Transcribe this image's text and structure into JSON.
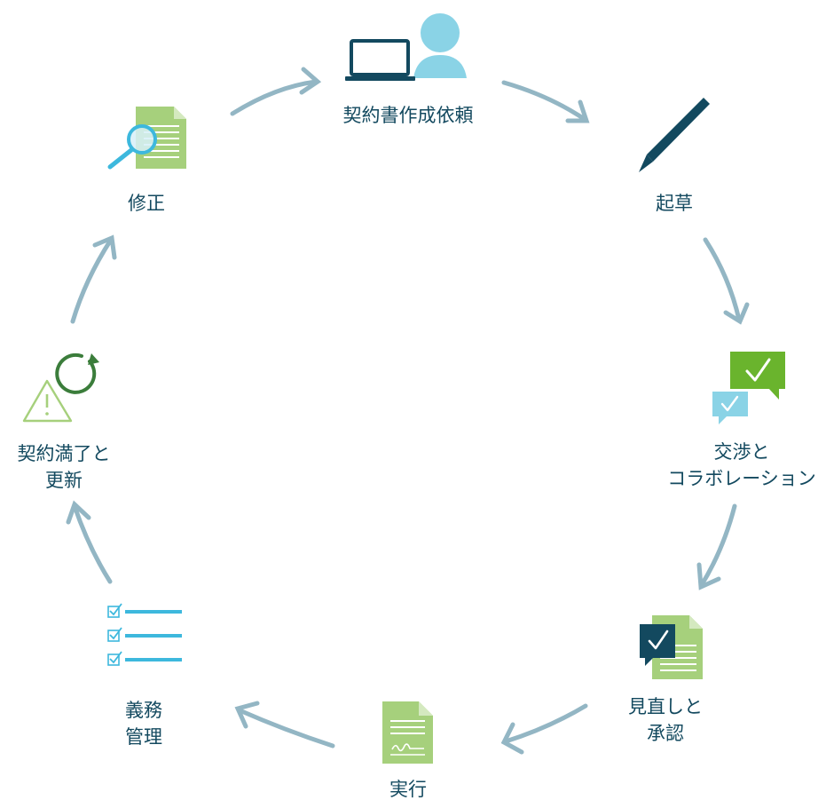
{
  "colors": {
    "text": "#13495f",
    "arrow": "#93b6c4",
    "navy": "#13495f",
    "light_blue": "#8ad3e6",
    "sky_blue": "#3db8dd",
    "light_green": "#a6d07c",
    "green": "#6ab42d",
    "dark_green": "#3b7d3b",
    "paper_line": "#ffffff"
  },
  "cycle": {
    "steps": [
      {
        "id": "request",
        "lines": [
          "契約書作成依頼"
        ],
        "icon": "laptop-user-icon"
      },
      {
        "id": "drafting",
        "lines": [
          "起草"
        ],
        "icon": "pen-icon"
      },
      {
        "id": "negotiation",
        "lines": [
          "交渉と",
          "コラボレーション"
        ],
        "icon": "chat-check-icon"
      },
      {
        "id": "review",
        "lines": [
          "見直しと",
          "承認"
        ],
        "icon": "document-check-icon"
      },
      {
        "id": "execution",
        "lines": [
          "実行"
        ],
        "icon": "signed-document-icon"
      },
      {
        "id": "obligations",
        "lines": [
          "義務",
          "管理"
        ],
        "icon": "checklist-icon"
      },
      {
        "id": "renewal",
        "lines": [
          "契約満了と",
          "更新"
        ],
        "icon": "warning-renew-icon"
      },
      {
        "id": "amendment",
        "lines": [
          "修正"
        ],
        "icon": "document-search-icon"
      }
    ]
  }
}
